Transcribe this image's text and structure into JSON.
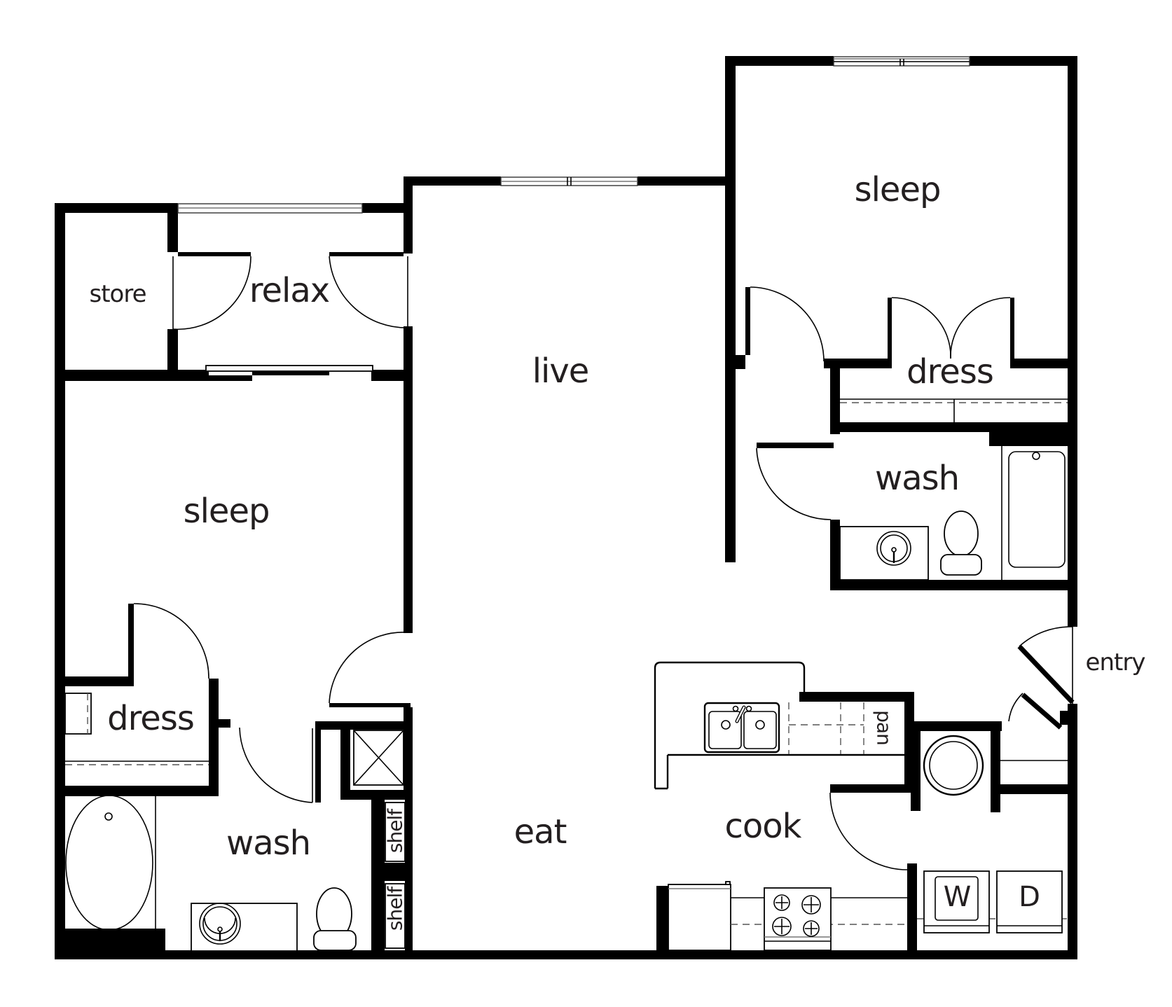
{
  "plan": {
    "type": "apartment-floor-plan",
    "colors": {
      "walls": "#000000",
      "background": "#ffffff",
      "text": "#231f20"
    }
  },
  "rooms": {
    "store": {
      "label": "store"
    },
    "relax": {
      "label": "relax"
    },
    "sleep_left": {
      "label": "sleep"
    },
    "dress_left": {
      "label": "dress"
    },
    "wash_left": {
      "label": "wash"
    },
    "shelf_upper": {
      "label": "shelf"
    },
    "shelf_lower": {
      "label": "shelf"
    },
    "live": {
      "label": "live"
    },
    "eat": {
      "label": "eat"
    },
    "cook": {
      "label": "cook"
    },
    "pan": {
      "label": "pan"
    },
    "sleep_right": {
      "label": "sleep"
    },
    "dress_right": {
      "label": "dress"
    },
    "wash_right": {
      "label": "wash"
    },
    "entry": {
      "label": "entry"
    },
    "washer": {
      "label": "W"
    },
    "dryer": {
      "label": "D"
    }
  },
  "fixtures": [
    "window-icon",
    "door-swing-icon",
    "bathtub-icon",
    "toilet-icon",
    "sink-icon",
    "shower-icon",
    "kitchen-sink-icon",
    "stove-icon",
    "refrigerator-icon",
    "water-heater-icon",
    "washer-icon",
    "dryer-icon"
  ]
}
